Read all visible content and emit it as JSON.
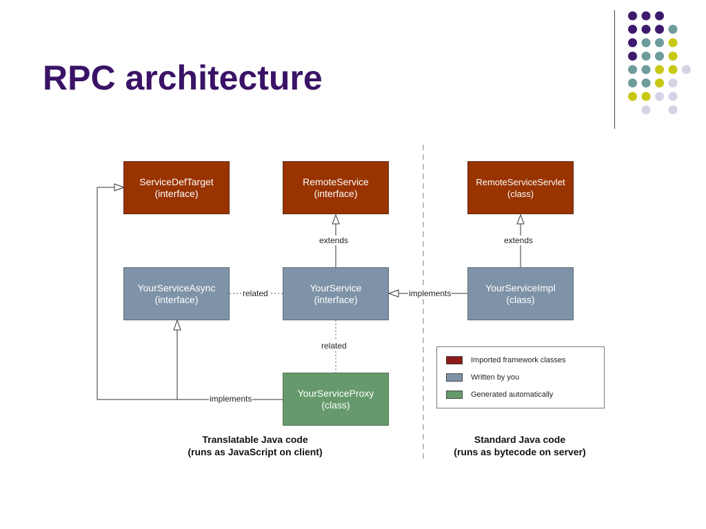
{
  "title": "RPC architecture",
  "colors": {
    "imported": "#993300",
    "written": "#7f93a8",
    "generated": "#669a6c",
    "title": "#3a1366"
  },
  "boxes": {
    "service_def_target": {
      "name": "ServiceDefTarget",
      "kind": "(interface)"
    },
    "remote_service": {
      "name": "RemoteService",
      "kind": "(interface)"
    },
    "remote_service_servlet": {
      "name": "RemoteServiceServlet",
      "kind": "(class)"
    },
    "your_service_async": {
      "name": "YourServiceAsync",
      "kind": "(interface)"
    },
    "your_service": {
      "name": "YourService",
      "kind": "(interface)"
    },
    "your_service_impl": {
      "name": "YourServiceImpl",
      "kind": "(class)"
    },
    "your_service_proxy": {
      "name": "YourServiceProxy",
      "kind": "(class)"
    }
  },
  "edges": {
    "extends_left": "extends",
    "extends_right": "extends",
    "related_horizontal": "related",
    "related_vertical": "related",
    "implements_right": "implements",
    "implements_bottom": "implements"
  },
  "legend": [
    {
      "label": "Imported framework classes",
      "color": "#993300"
    },
    {
      "label": "Written by you",
      "color": "#7f93a8"
    },
    {
      "label": "Generated automatically",
      "color": "#669a6c"
    }
  ],
  "captions": {
    "client_line1": "Translatable Java code",
    "client_line2": "(runs as JavaScript on client)",
    "server_line1": "Standard Java code",
    "server_line2": "(runs as bytecode on server)"
  }
}
